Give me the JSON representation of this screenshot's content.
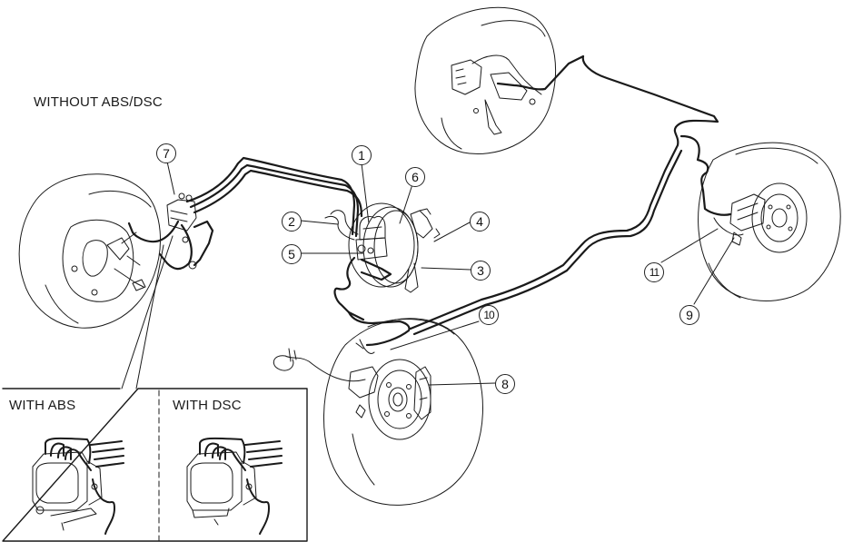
{
  "title_label": "WITHOUT ABS/DSC",
  "inset": {
    "left_label": "WITH ABS",
    "right_label": "WITH DSC"
  },
  "callouts": [
    "1",
    "2",
    "3",
    "4",
    "5",
    "6",
    "7",
    "8",
    "9",
    "10",
    "11"
  ],
  "colors": {
    "line": "#1a1a1a",
    "background": "#ffffff"
  }
}
